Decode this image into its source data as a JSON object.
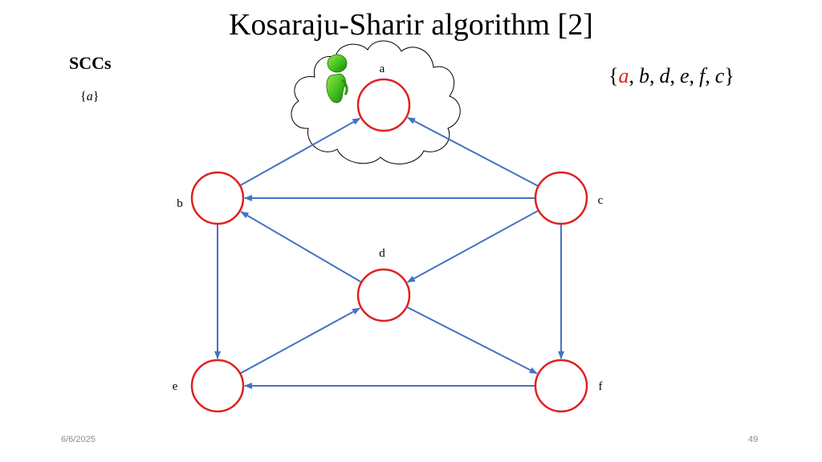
{
  "slide": {
    "title": "Kosaraju-Sharir algorithm [2]",
    "sccs_label": "SCCs",
    "sccs": [
      [
        "a"
      ]
    ],
    "order_label": "",
    "order": [
      {
        "name": "a",
        "color": "#e02020"
      },
      {
        "name": "b",
        "color": "#000000"
      },
      {
        "name": "d",
        "color": "#000000"
      },
      {
        "name": "e",
        "color": "#000000"
      },
      {
        "name": "f",
        "color": "#000000"
      },
      {
        "name": "c",
        "color": "#000000"
      }
    ],
    "footer_date": "6/6/2025",
    "page_number": "49"
  },
  "graph": {
    "node_stroke": "#e02020",
    "edge_color": "#4472c4",
    "nodes": [
      {
        "id": "a",
        "label": "a"
      },
      {
        "id": "b",
        "label": "b"
      },
      {
        "id": "c",
        "label": "c"
      },
      {
        "id": "d",
        "label": "d"
      },
      {
        "id": "e",
        "label": "e"
      },
      {
        "id": "f",
        "label": "f"
      }
    ],
    "edges": [
      {
        "from": "b",
        "to": "a"
      },
      {
        "from": "c",
        "to": "a"
      },
      {
        "from": "c",
        "to": "b"
      },
      {
        "from": "b",
        "to": "e"
      },
      {
        "from": "d",
        "to": "b"
      },
      {
        "from": "c",
        "to": "d"
      },
      {
        "from": "c",
        "to": "f"
      },
      {
        "from": "e",
        "to": "d"
      },
      {
        "from": "d",
        "to": "f"
      },
      {
        "from": "f",
        "to": "e"
      }
    ],
    "current_node": "a",
    "marker_icon": "person-icon",
    "highlight_shape": "cloud"
  }
}
